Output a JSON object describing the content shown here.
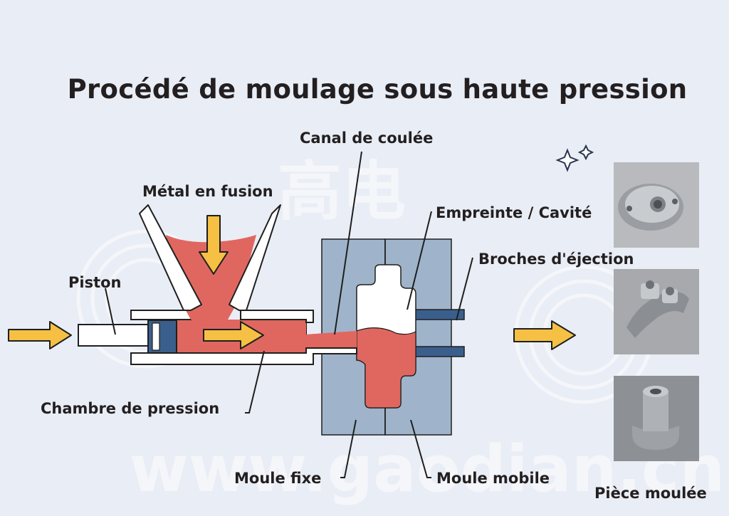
{
  "title": "Procédé de moulage sous haute pression",
  "watermark": {
    "chars": "高电",
    "url": "www.gaodian.cn"
  },
  "labels": {
    "canal": "Canal de coulée",
    "metal": "Métal en fusion",
    "empreinte": "Empreinte / Cavité",
    "broches": "Broches d'éjection",
    "piston": "Piston",
    "chambre": "Chambre de pression",
    "moule_fixe": "Moule fixe",
    "moule_mobile": "Moule mobile",
    "piece": "Pièce moulée"
  },
  "colors": {
    "background": "#e9edf5",
    "mold": "#9fb4cb",
    "metal": "#e06760",
    "arrow": "#f5c043",
    "pins": "#3a5f8c",
    "outline": "#1f1f1f"
  }
}
